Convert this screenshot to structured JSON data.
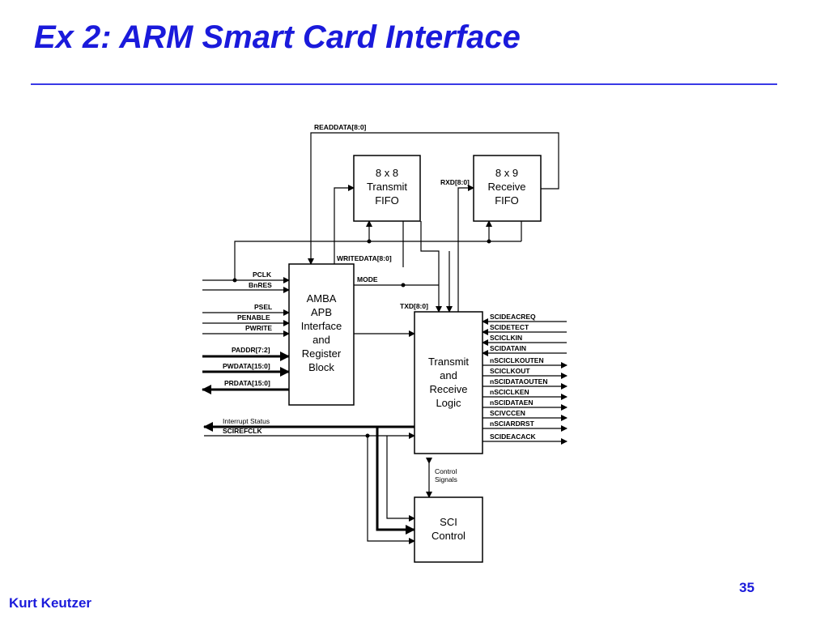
{
  "slide": {
    "title": "Ex 2: ARM Smart Card Interface",
    "author": "Kurt Keutzer",
    "page_number": "35"
  },
  "diagram": {
    "blocks": {
      "transmit_fifo": [
        "8 x 8",
        "Transmit",
        "FIFO"
      ],
      "receive_fifo": [
        "8 x 9",
        "Receive",
        "FIFO"
      ],
      "amba": [
        "AMBA",
        "APB",
        "Interface",
        "and",
        "Register",
        "Block"
      ],
      "txrx": [
        "Transmit",
        "and",
        "Receive",
        "Logic"
      ],
      "sci_control": [
        "SCI",
        "Control"
      ]
    },
    "signals": {
      "readdata": "READDATA[8:0]",
      "rxd": "RXD[8:0]",
      "writedata": "WRITEDATA[8:0]",
      "mode": "MODE",
      "txd": "TXD[8:0]",
      "control_signals": [
        "Control",
        "Signals"
      ],
      "interrupt_status": "Interrupt Status",
      "scirefclk": "SCIREFCLK",
      "apb_inputs": [
        "PCLK",
        "BnRES",
        "PSEL",
        "PENABLE",
        "PWRITE"
      ],
      "paddr": "PADDR[7:2]",
      "pwdata": "PWDATA[15:0]",
      "prdata": "PRDATA[15:0]",
      "sci_inputs": [
        "SCIDEACREQ",
        "SCIDETECT",
        "SCICLKIN",
        "SCIDATAIN"
      ],
      "sci_outputs": [
        "nSCICLKOUTEN",
        "SCICLKOUT",
        "nSCIDATAOUTEN",
        "nSCICLKEN",
        "nSCIDATAEN",
        "SCIVCCEN",
        "nSCIARDRST",
        "SCIDEACACK"
      ]
    }
  }
}
